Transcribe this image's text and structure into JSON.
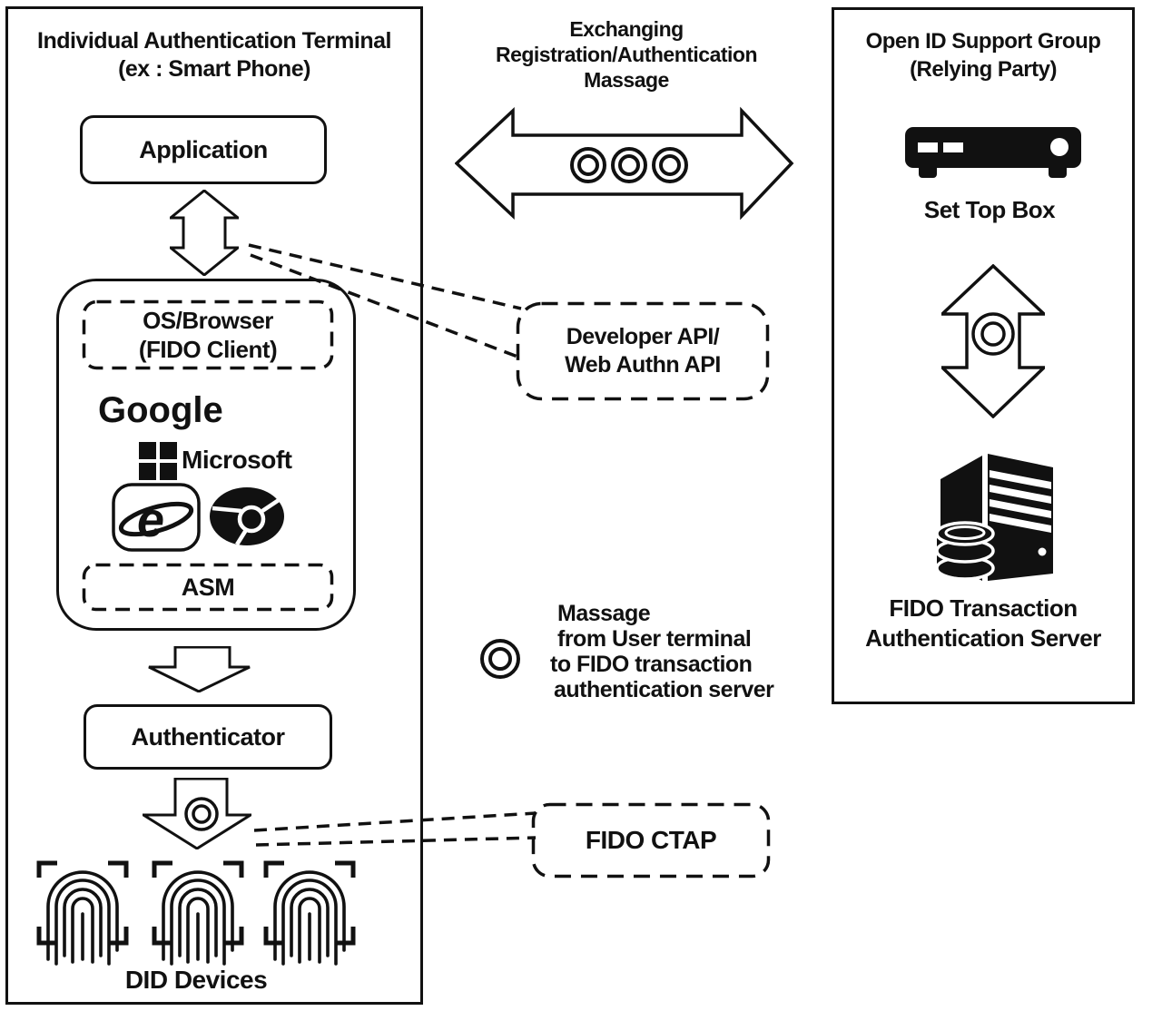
{
  "colors": {
    "ink": "#111111",
    "background": "#ffffff"
  },
  "left_panel": {
    "title": [
      "Individual Authentication Terminal",
      "(ex : Smart Phone)"
    ],
    "application_label": "Application",
    "os_browser_label": [
      "OS/Browser",
      "(FIDO Client)"
    ],
    "vendors": {
      "google": "Google",
      "microsoft": "Microsoft",
      "ie_glyph": "e"
    },
    "asm_label": "ASM",
    "authenticator_label": "Authenticator",
    "did_devices_label": "DID Devices"
  },
  "middle": {
    "exchange_title": [
      "Exchanging",
      "Registration/Authentication",
      "Massage"
    ],
    "developer_api_label": [
      "Developer API/",
      "Web Authn API"
    ],
    "legend_lines": [
      "Massage",
      "from User terminal",
      "to FIDO transaction",
      "authentication server"
    ],
    "fido_ctap_label": "FIDO CTAP"
  },
  "right_panel": {
    "title": [
      "Open ID Support Group",
      "(Relying Party)"
    ],
    "set_top_box_label": "Set Top Box",
    "server_label": [
      "FIDO Transaction",
      "Authentication Server"
    ]
  }
}
